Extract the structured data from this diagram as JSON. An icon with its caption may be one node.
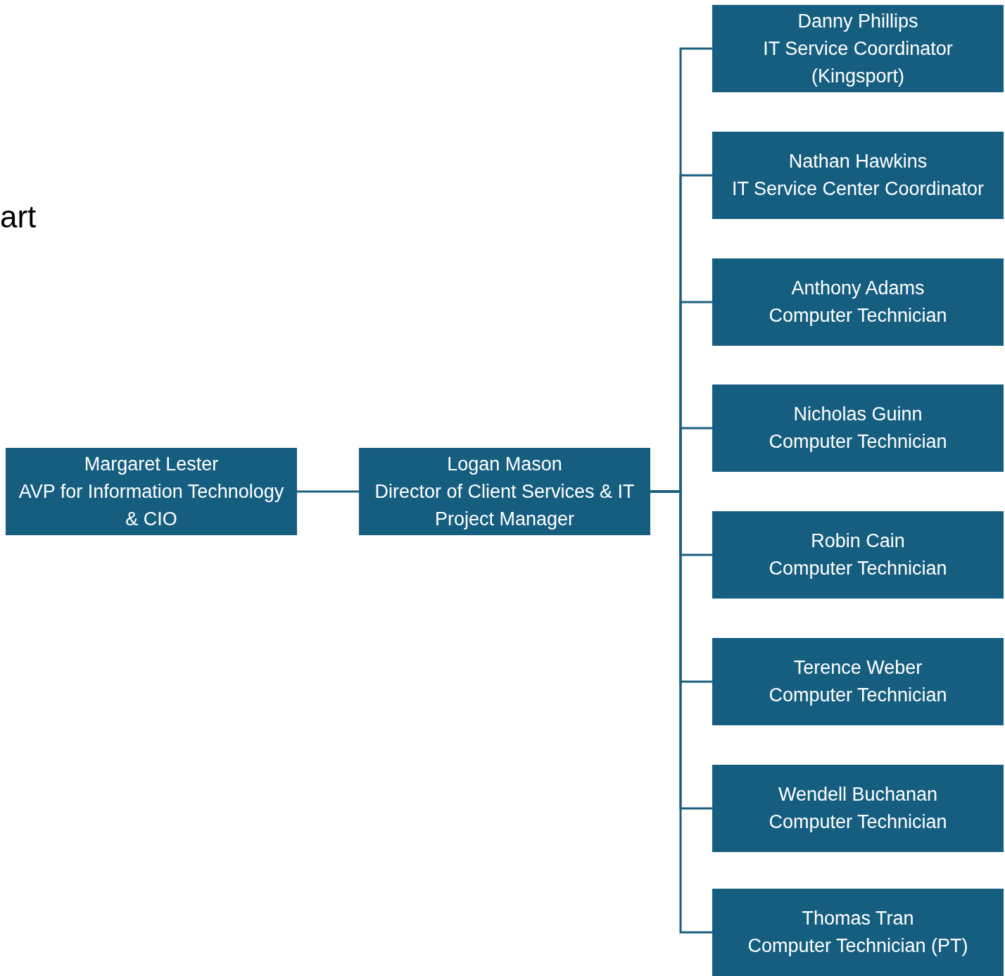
{
  "diagram": {
    "nodes": [
      {
        "text": [
          "Margaret Lester",
          "AVP for Information Technology & CIO"
        ]
      },
      {
        "text": [
          "Logan Mason",
          "Director of Client Services & IT Project Manager"
        ]
      },
      {
        "text": [
          "Danny Phillips",
          "IT Service Coordinator (Kingsport)"
        ]
      },
      {
        "text": [
          "Nathan Hawkins",
          "IT Service Center Coordinator"
        ]
      },
      {
        "text": [
          "Anthony Adams",
          "Computer Technician"
        ]
      },
      {
        "text": [
          "Nicholas Guinn",
          "Computer Technician"
        ]
      },
      {
        "text": [
          "Robin Cain",
          "Computer Technician"
        ]
      },
      {
        "text": [
          "Terence Weber",
          "Computer Technician"
        ]
      },
      {
        "text": [
          "Wendell Buchanan",
          "Computer Technician"
        ]
      },
      {
        "text": [
          "Thomas Tran",
          "Computer Technician (PT)"
        ]
      }
    ],
    "edges": [
      {
        "from": 0,
        "to": 1,
        "arrow": "none"
      },
      {
        "from": 1,
        "to": 2,
        "arrow": "none"
      },
      {
        "from": 1,
        "to": 3,
        "arrow": "none"
      },
      {
        "from": 1,
        "to": 4,
        "arrow": "none"
      },
      {
        "from": 1,
        "to": 5,
        "arrow": "none"
      },
      {
        "from": 1,
        "to": 6,
        "arrow": "none"
      },
      {
        "from": 1,
        "to": 7,
        "arrow": "none"
      },
      {
        "from": 1,
        "to": 8,
        "arrow": "none"
      },
      {
        "from": 1,
        "to": 9,
        "arrow": "none"
      }
    ],
    "labels": [
      "art"
    ]
  }
}
